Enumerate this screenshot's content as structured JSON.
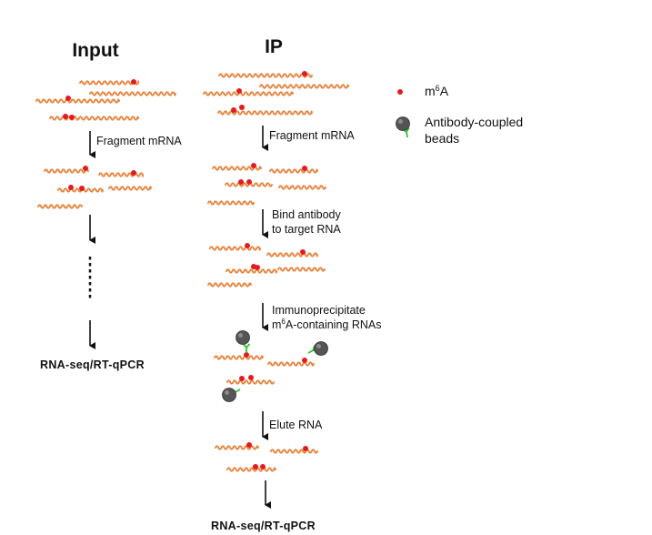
{
  "columns": {
    "input": {
      "title": "Input",
      "step_fragment": "Fragment mRNA",
      "output": "RNA-seq/RT-qPCR"
    },
    "ip": {
      "title": "IP",
      "step_fragment": "Fragment mRNA",
      "step_bind_line1": "Bind antibody",
      "step_bind_line2": "to target RNA",
      "step_ip_line1": "Immunoprecipitate",
      "step_ip_line2_prefix": "m",
      "step_ip_line2_sup": "6",
      "step_ip_line2_suffix": "A-containing RNAs",
      "step_elute": "Elute RNA",
      "output": "RNA-seq/RT-qPCR"
    }
  },
  "legend": {
    "m6a_prefix": "m",
    "m6a_sup": "6",
    "m6a_suffix": "A",
    "beads_line1": "Antibody-coupled",
    "beads_line2": "beads"
  },
  "colors": {
    "rna": "#e8823a",
    "m6a": "#e51b1b",
    "bead": "#555555",
    "antibody": "#2cc12c",
    "arrow": "#111111"
  }
}
